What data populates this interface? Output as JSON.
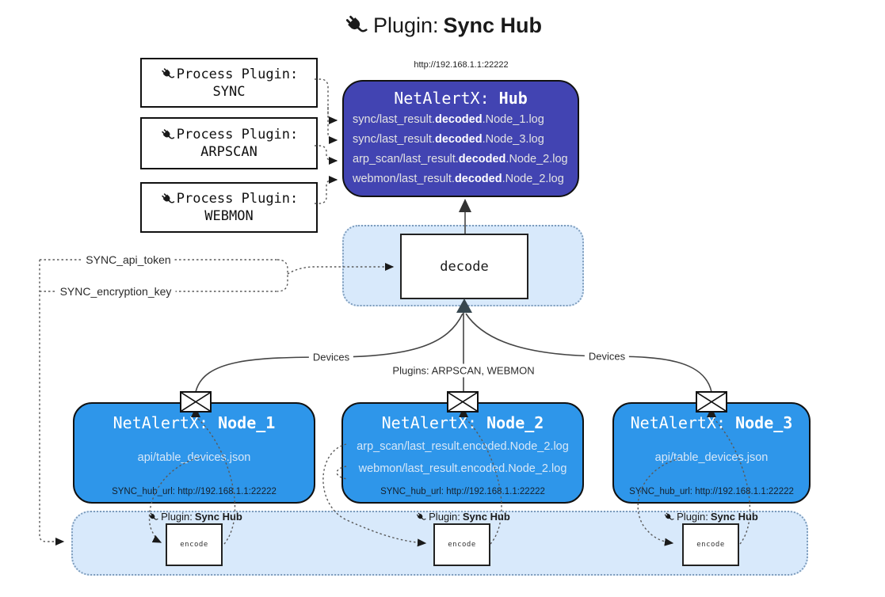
{
  "title": {
    "pre": "Plugin: ",
    "bold": "Sync Hub"
  },
  "process_plugins": [
    {
      "label": "Process Plugin:",
      "name": "SYNC"
    },
    {
      "label": "Process Plugin:",
      "name": "ARPSCAN"
    },
    {
      "label": "Process Plugin:",
      "name": "WEBMON"
    }
  ],
  "hub": {
    "url": "http://192.168.1.1:22222",
    "title_pre": "NetAlertX: ",
    "title_bold": "Hub",
    "lines": [
      {
        "pre": "sync/last_result.",
        "bold": "decoded",
        "post": ".Node_1.log"
      },
      {
        "pre": "sync/last_result.",
        "bold": "decoded",
        "post": ".Node_3.log"
      },
      {
        "pre": "arp_scan/last_result.",
        "bold": "decoded",
        "post": ".Node_2.log"
      },
      {
        "pre": "webmon/last_result.",
        "bold": "decoded",
        "post": ".Node_2.log"
      }
    ]
  },
  "decode": {
    "label": "decode"
  },
  "settings": {
    "api_token": "SYNC_api_token",
    "encryption_key": "SYNC_encryption_key"
  },
  "edges": {
    "devices_left": "Devices",
    "devices_right": "Devices",
    "plugins_center": "Plugins: ARPSCAN, WEBMON"
  },
  "nodes": [
    {
      "title_pre": "NetAlertX: ",
      "title_bold": "Node_1",
      "files": [
        "api/table_devices.json"
      ],
      "hub_url": "SYNC_hub_url: http://192.168.1.1:22222"
    },
    {
      "title_pre": "NetAlertX: ",
      "title_bold": "Node_2",
      "files": [
        "arp_scan/last_result.encoded.Node_2.log",
        "webmon/last_result.encoded.Node_2.log"
      ],
      "hub_url": "SYNC_hub_url: http://192.168.1.1:22222"
    },
    {
      "title_pre": "NetAlertX: ",
      "title_bold": "Node_3",
      "files": [
        "api/table_devices.json"
      ],
      "hub_url": "SYNC_hub_url: http://192.168.1.1:22222"
    }
  ],
  "band": {
    "plugin_label_pre": "Plugin: ",
    "plugin_label_bold": "Sync Hub",
    "encode_label": "encode"
  },
  "colors": {
    "hub_bg": "#4244b2",
    "node_bg": "#2e96ea",
    "soft_bg": "#d8e9fb",
    "soft_border": "#7d9cbc",
    "line": "#444444",
    "dotted": "#5a5a5a",
    "hub_text_dim": "#e3e3e3",
    "text": "#1a1a1a"
  }
}
